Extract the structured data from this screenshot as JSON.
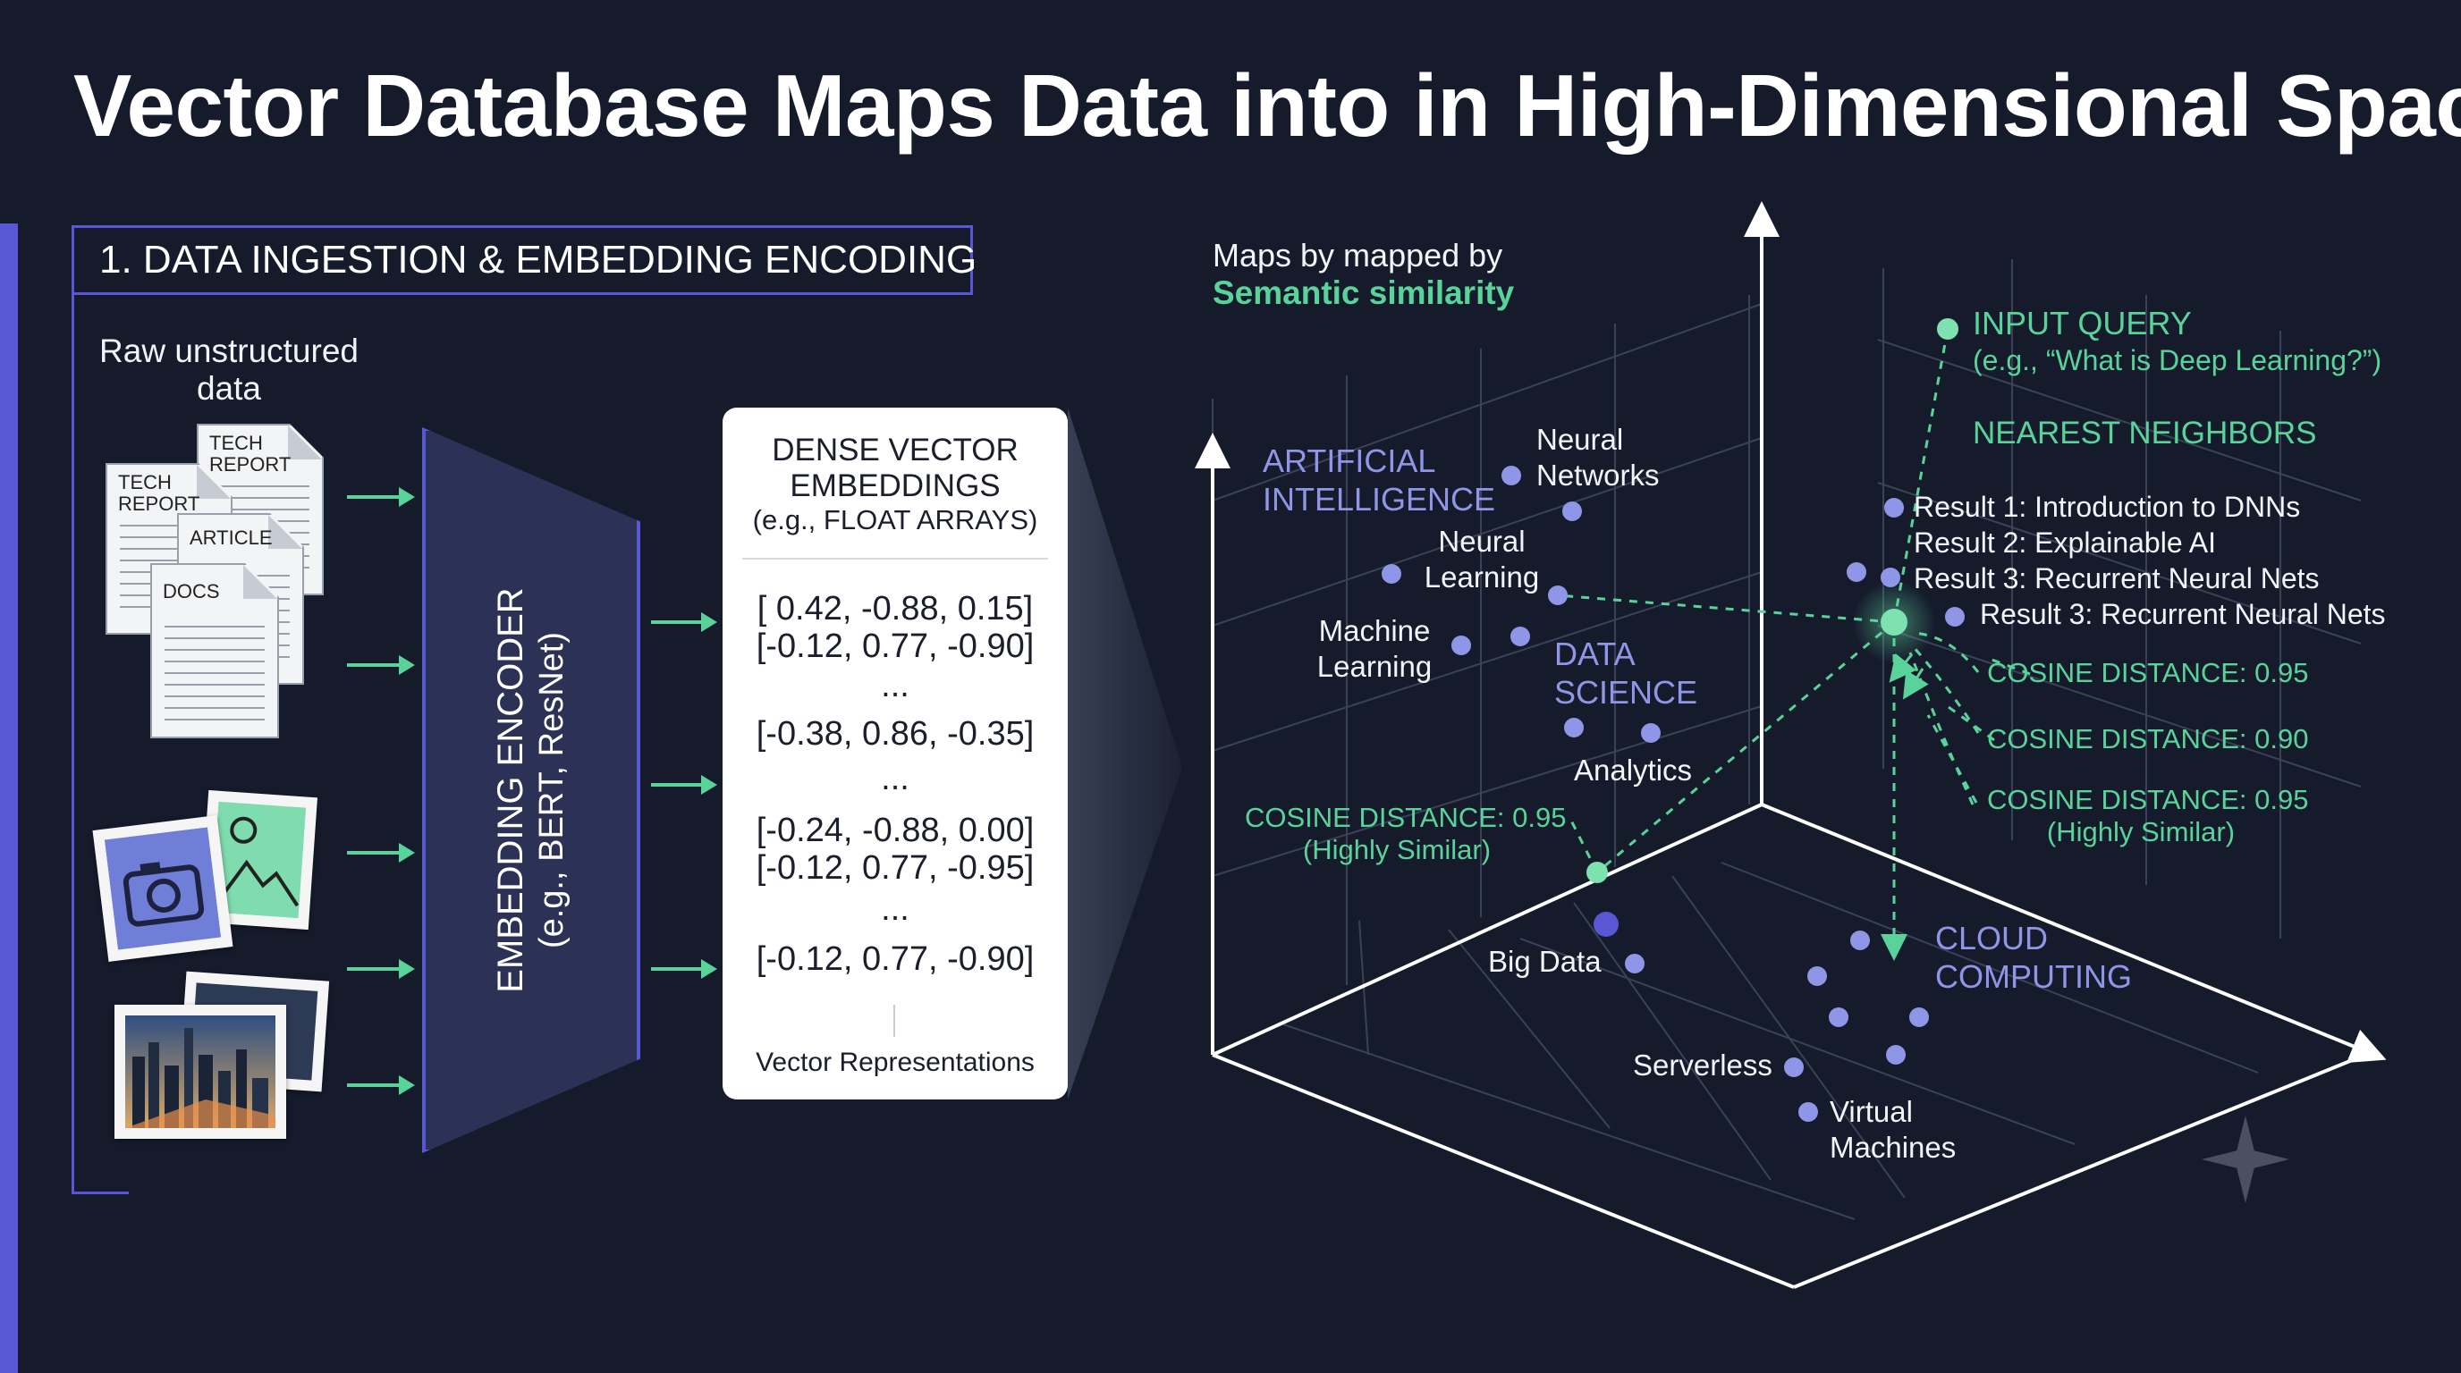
{
  "title": "Vector Database Maps Data into in High-Dimensional Space",
  "section": {
    "heading": "1. DATA INGESTION & EMBEDDING ENCODING",
    "raw_label": "Raw unstructured data",
    "doc_labels": [
      "TECH REPORT",
      "TECH REPORT",
      "ARTICLE",
      "DOCS"
    ]
  },
  "encoder": {
    "title": "EMBEDDING ENCODER",
    "subtitle": "(e.g., BERT, ResNet)"
  },
  "embeddings_card": {
    "heading": "DENSE VECTOR EMBEDDINGS",
    "subheading": "(e.g., FLOAT ARRAYS)",
    "vectors": [
      "[ 0.42, -0.88, 0.15]",
      "[-0.12, 0.77, -0.90]",
      "...",
      "[-0.38, 0.86, -0.35]",
      "...",
      "[-0.24, -0.88, 0.00]",
      "[-0.12, 0.77, -0.95]",
      "...",
      "[-0.12, 0.77, -0.90]"
    ],
    "footer": "Vector Representations"
  },
  "space": {
    "caption_line1": "Maps by mapped by",
    "caption_line2": "Semantic similarity",
    "clusters": {
      "ai": "ARTIFICIAL INTELLIGENCE",
      "ds": "DATA SCIENCE",
      "cloud": "CLOUD COMPUTING"
    },
    "points": {
      "neural_networks": "Neural Networks",
      "neural_learning": "Neural Learning",
      "machine_learning": "Machine Learning",
      "analytics": "Analytics",
      "big_data": "Big Data",
      "serverless": "Serverless",
      "virtual_machines": "Virtual Machines"
    },
    "query": {
      "label": "INPUT QUERY",
      "example": "(e.g., “What is Deep Learning?”)"
    },
    "neighbors_heading": "NEAREST NEIGHBORS",
    "results": [
      "Result 1: Introduction to DNNs",
      "Result 2: Explainable AI",
      "Result 3: Recurrent Neural Nets",
      "Result 3: Recurrent Neural Nets"
    ],
    "distances": {
      "d1": "COSINE DISTANCE: 0.95",
      "d2": "COSINE DISTANCE: 0.90",
      "d3": "COSINE DISTANCE: 0.95",
      "d3_note": "(Highly Similar)",
      "d4": "COSINE DISTANCE: 0.95",
      "d4_note": "(Highly Similar)"
    }
  },
  "colors": {
    "background": "#161b2c",
    "accent_purple": "#5a57d4",
    "accent_green": "#59d39a",
    "point_blue": "#8f96e8"
  }
}
